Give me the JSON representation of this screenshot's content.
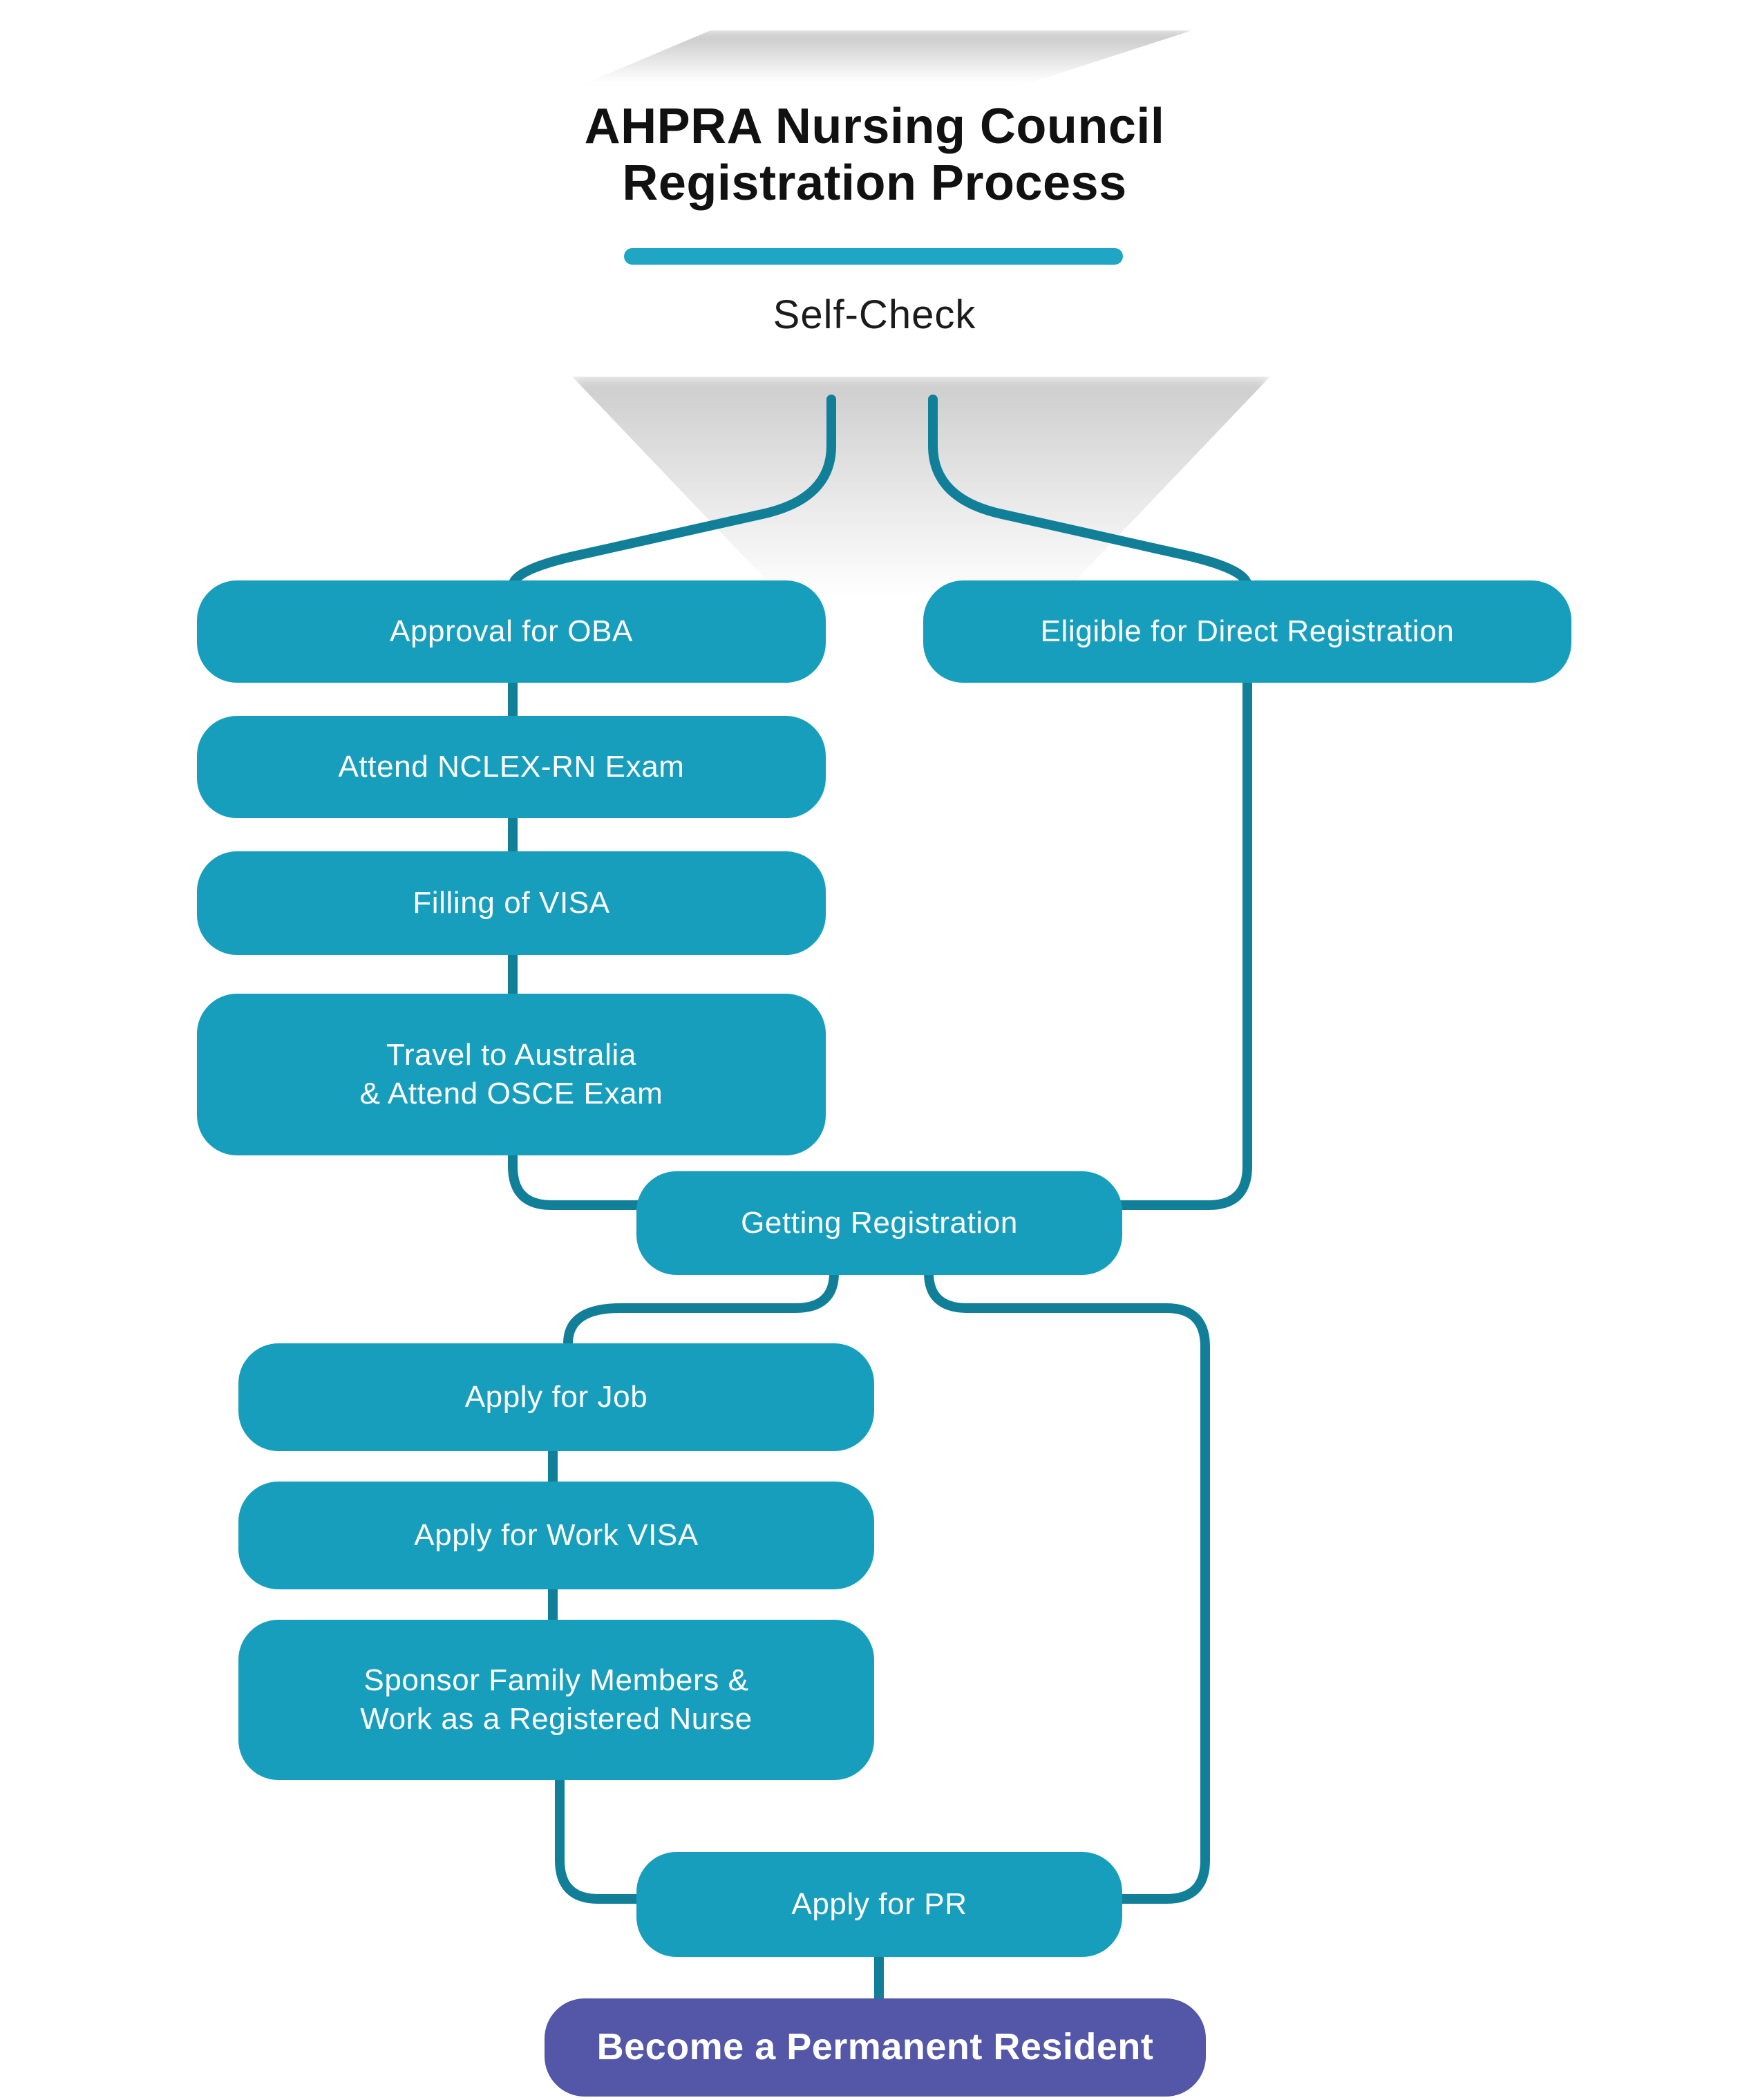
{
  "colors": {
    "teal": "#189EBD",
    "line": "#127F99",
    "purple": "#5456A7",
    "divider": "#1FA6C5",
    "title": "#111111",
    "subtitle": "#1B1B1B"
  },
  "header": {
    "title_line1": "AHPRA Nursing Council",
    "title_line2": "Registration Process",
    "subtitle": "Self-Check"
  },
  "nodes": [
    {
      "id": "approval-oba",
      "label": "Approval for OBA"
    },
    {
      "id": "nclex-exam",
      "label": "Attend NCLEX-RN Exam"
    },
    {
      "id": "filling-visa",
      "label": "Filling of VISA"
    },
    {
      "id": "travel-osce",
      "line1": "Travel to Australia",
      "line2": "& Attend OSCE Exam"
    },
    {
      "id": "eligible-direct-registration",
      "label": "Eligible for Direct Registration"
    },
    {
      "id": "getting-registration",
      "label": "Getting Registration"
    },
    {
      "id": "apply-for-job",
      "label": "Apply for Job"
    },
    {
      "id": "apply-for-work-visa",
      "label": "Apply for Work VISA"
    },
    {
      "id": "sponsor-family",
      "line1": "Sponsor Family Members &",
      "line2": "Work as a Registered Nurse"
    },
    {
      "id": "apply-for-pr",
      "label": "Apply for PR"
    },
    {
      "id": "become-permanent-resident",
      "label": "Become a Permanent Resident"
    }
  ]
}
